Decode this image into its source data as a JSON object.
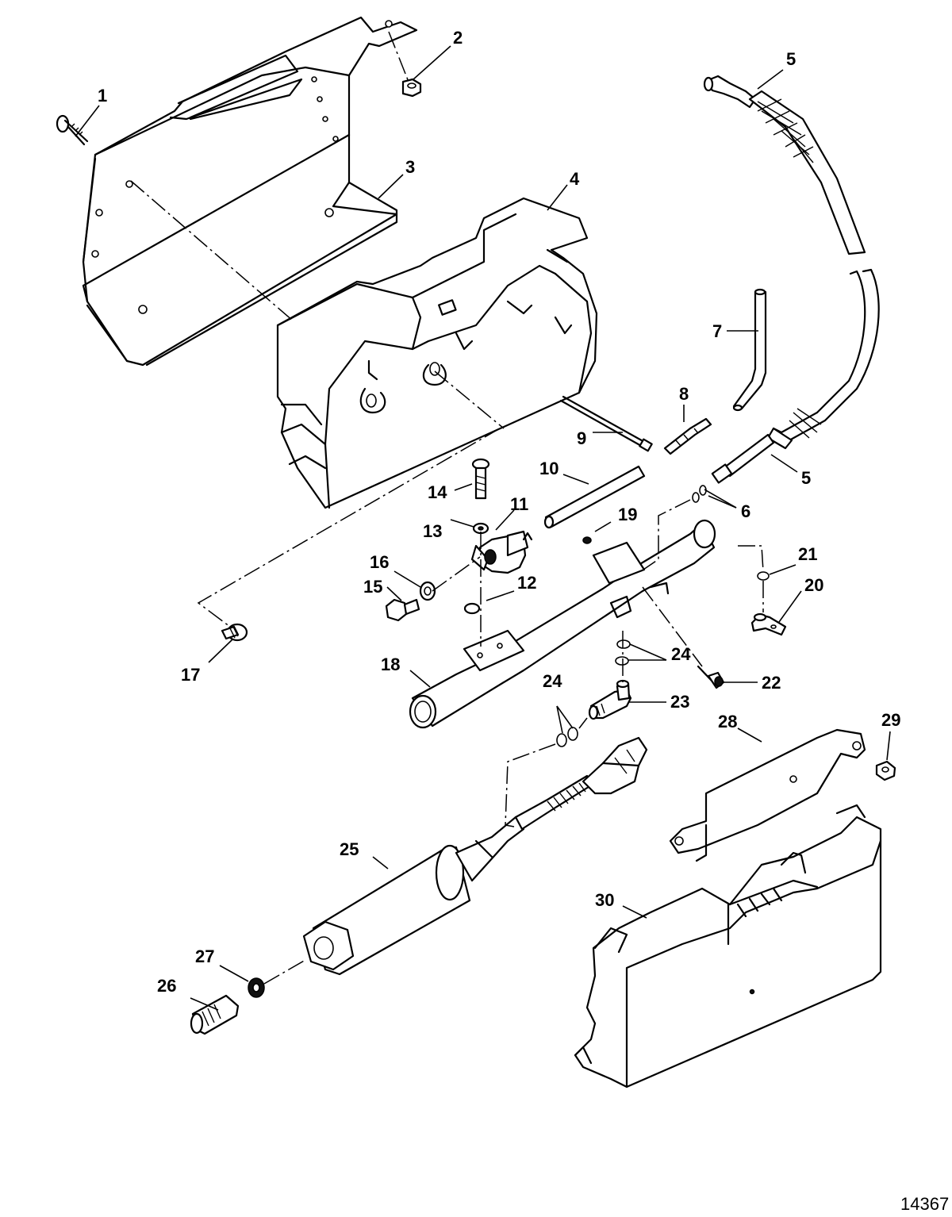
{
  "figure_number": "14367",
  "callouts": [
    {
      "label": "1"
    },
    {
      "label": "2"
    },
    {
      "label": "3"
    },
    {
      "label": "4"
    },
    {
      "label": "5"
    },
    {
      "label": "5"
    },
    {
      "label": "6"
    },
    {
      "label": "7"
    },
    {
      "label": "8"
    },
    {
      "label": "9"
    },
    {
      "label": "10"
    },
    {
      "label": "11"
    },
    {
      "label": "12"
    },
    {
      "label": "13"
    },
    {
      "label": "14"
    },
    {
      "label": "15"
    },
    {
      "label": "16"
    },
    {
      "label": "17"
    },
    {
      "label": "18"
    },
    {
      "label": "19"
    },
    {
      "label": "20"
    },
    {
      "label": "21"
    },
    {
      "label": "22"
    },
    {
      "label": "23"
    },
    {
      "label": "24"
    },
    {
      "label": "24"
    },
    {
      "label": "25"
    },
    {
      "label": "26"
    },
    {
      "label": "27"
    },
    {
      "label": "28"
    },
    {
      "label": "29"
    },
    {
      "label": "30"
    }
  ]
}
